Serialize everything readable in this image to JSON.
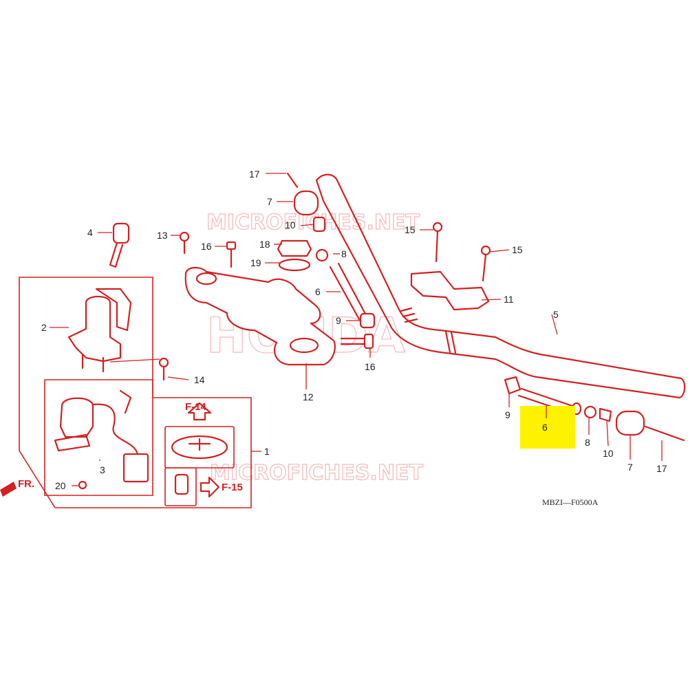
{
  "diagram": {
    "code": "MBZI—F0500A",
    "watermark_top": "MICROFICHES.NET",
    "watermark_bottom": "MICROFICHES.NET",
    "watermark_brand": "HONDA",
    "front_marker": "FR.",
    "callouts": {
      "f14": "F-14",
      "f15": "F-15"
    },
    "highlight_label": "6",
    "highlight_color": "#fff200",
    "line_color": "#d42020",
    "labels": {
      "n17a": "17",
      "n7a": "7",
      "n10a": "10",
      "n8a": "8",
      "n6a": "6",
      "n9a": "9",
      "n16a": "16",
      "n4": "4",
      "n13": "13",
      "n16b": "16",
      "n18": "18",
      "n19": "19",
      "n15a": "15",
      "n15b": "15",
      "n11": "11",
      "n5": "5",
      "n2": "2",
      "n14": "14",
      "n12": "12",
      "n3": "3",
      "n20": "20",
      "n1": "1",
      "n9b": "9",
      "n8b": "8",
      "n10b": "10",
      "n7b": "7",
      "n17b": "17"
    }
  }
}
